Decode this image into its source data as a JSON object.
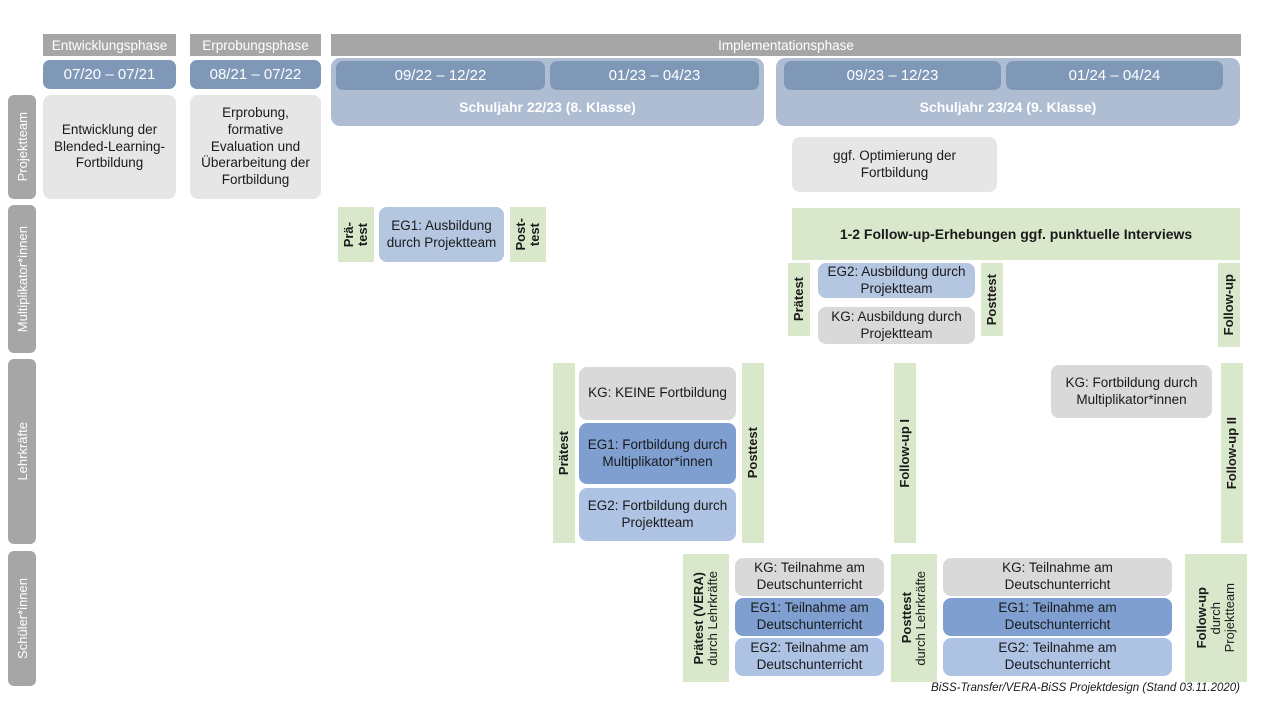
{
  "diagram": {
    "title": "BiSS-Transfer/VERA-BiSS Projektdesign",
    "footer": "BiSS-Transfer/VERA-BiSS Projektdesign (Stand 03.11.2020)",
    "colors": {
      "phase_gray": "#a6a6a6",
      "date_blue": "#7f98b8",
      "schoolyear_blue": "#aebdd2",
      "box_gray": "#e6e6e6",
      "box_gray_alt": "#d9d9d9",
      "eg1_blue": "#7f9fd0",
      "eg2_blue": "#aec3e3",
      "test_green": "#d9e8cb"
    }
  },
  "phases": [
    {
      "label": "Entwicklungsphase"
    },
    {
      "label": "Erprobungsphase"
    },
    {
      "label": "Implementationsphase"
    }
  ],
  "periods": [
    {
      "label": "07/20 – 07/21"
    },
    {
      "label": "08/21 – 07/22"
    },
    {
      "label": "09/22 – 12/22"
    },
    {
      "label": "01/23 – 04/23"
    },
    {
      "label": "09/23 – 12/23"
    },
    {
      "label": "01/24 – 04/24"
    }
  ],
  "school_years": [
    {
      "label": "Schuljahr 22/23 (8. Klasse)"
    },
    {
      "label": "Schuljahr 23/24 (9. Klasse)"
    }
  ],
  "rows": [
    {
      "label": "Projektteam"
    },
    {
      "label": "Multiplikator*innen"
    },
    {
      "label": "Lehrkräfte"
    },
    {
      "label": "Schüler*innen"
    }
  ],
  "projektteam": {
    "entwicklung": "Entwicklung der Blended-Learning-Fortbildung",
    "erprobung": "Erprobung, formative Evaluation und Überarbeitung der Fortbildung",
    "optimierung": "ggf. Optimierung der Fortbildung"
  },
  "multiplikatoren": {
    "praetest_line1": "Prä-",
    "praetest_line2": "test",
    "eg1": "EG1: Ausbildung durch Projektteam",
    "posttest_line1": "Post-",
    "posttest_line2": "test",
    "followup_banner": "1-2 Follow-up-Erhebungen ggf. punktuelle Interviews",
    "praetest2": "Prätest",
    "eg2": "EG2: Ausbildung durch Projektteam",
    "kg": "KG: Ausbildung durch Projektteam",
    "posttest2": "Posttest",
    "followup": "Follow-up"
  },
  "lehrkraefte": {
    "praetest": "Prätest",
    "kg": "KG:  KEINE Fortbildung",
    "eg1": "EG1: Fortbildung durch Multiplikator*innen",
    "eg2": "EG2: Fortbildung durch Projektteam",
    "posttest": "Posttest",
    "followup1": "Follow-up I",
    "kg_fortbildung": "KG: Fortbildung durch Multiplikator*innen",
    "followup2": "Follow-up II"
  },
  "schueler": {
    "praetest_bold": "Prätest (VERA)",
    "praetest_sub": "durch Lehrkräfte",
    "kg1": "KG: Teilnahme am Deutschunterricht",
    "eg1_1": "EG1: Teilnahme am Deutschunterricht",
    "eg2_1": "EG2: Teilnahme am Deutschunterricht",
    "posttest_bold": "Posttest",
    "posttest_sub": "durch Lehrkräfte",
    "kg2": "KG: Teilnahme am Deutschunterricht",
    "eg1_2": "EG1: Teilnahme am Deutschunterricht",
    "eg2_2": "EG2: Teilnahme am Deutschunterricht",
    "followup_bold": "Follow-up",
    "followup_sub1": "durch",
    "followup_sub2": "Projektteam"
  }
}
